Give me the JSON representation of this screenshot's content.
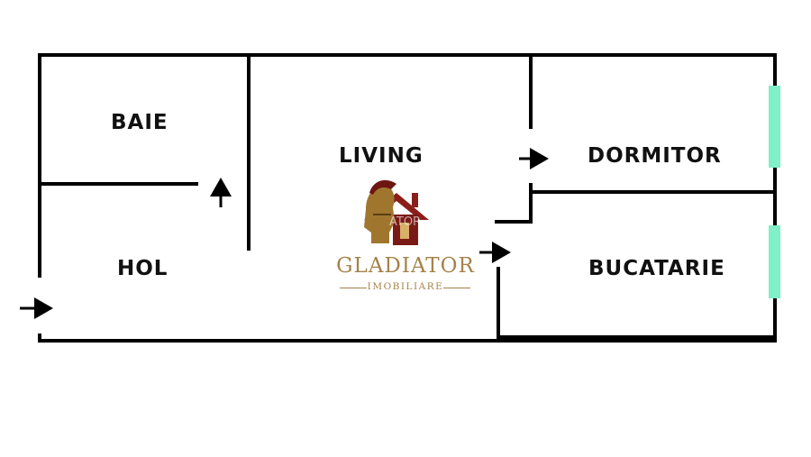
{
  "rooms": {
    "baie": "BAIE",
    "living": "LIVING",
    "dormitor": "DORMITOR",
    "hol": "HOL",
    "bucatarie": "BUCATARIE"
  },
  "logo": {
    "name": "GLADIATOR",
    "subtitle": "IMOBILIARE",
    "watermark_fragment": "ATOR",
    "gold_color": "#a5824a",
    "roof_color": "#8b1e1a"
  },
  "colors": {
    "walls": "#000000",
    "windows": "#7ff0c8"
  }
}
